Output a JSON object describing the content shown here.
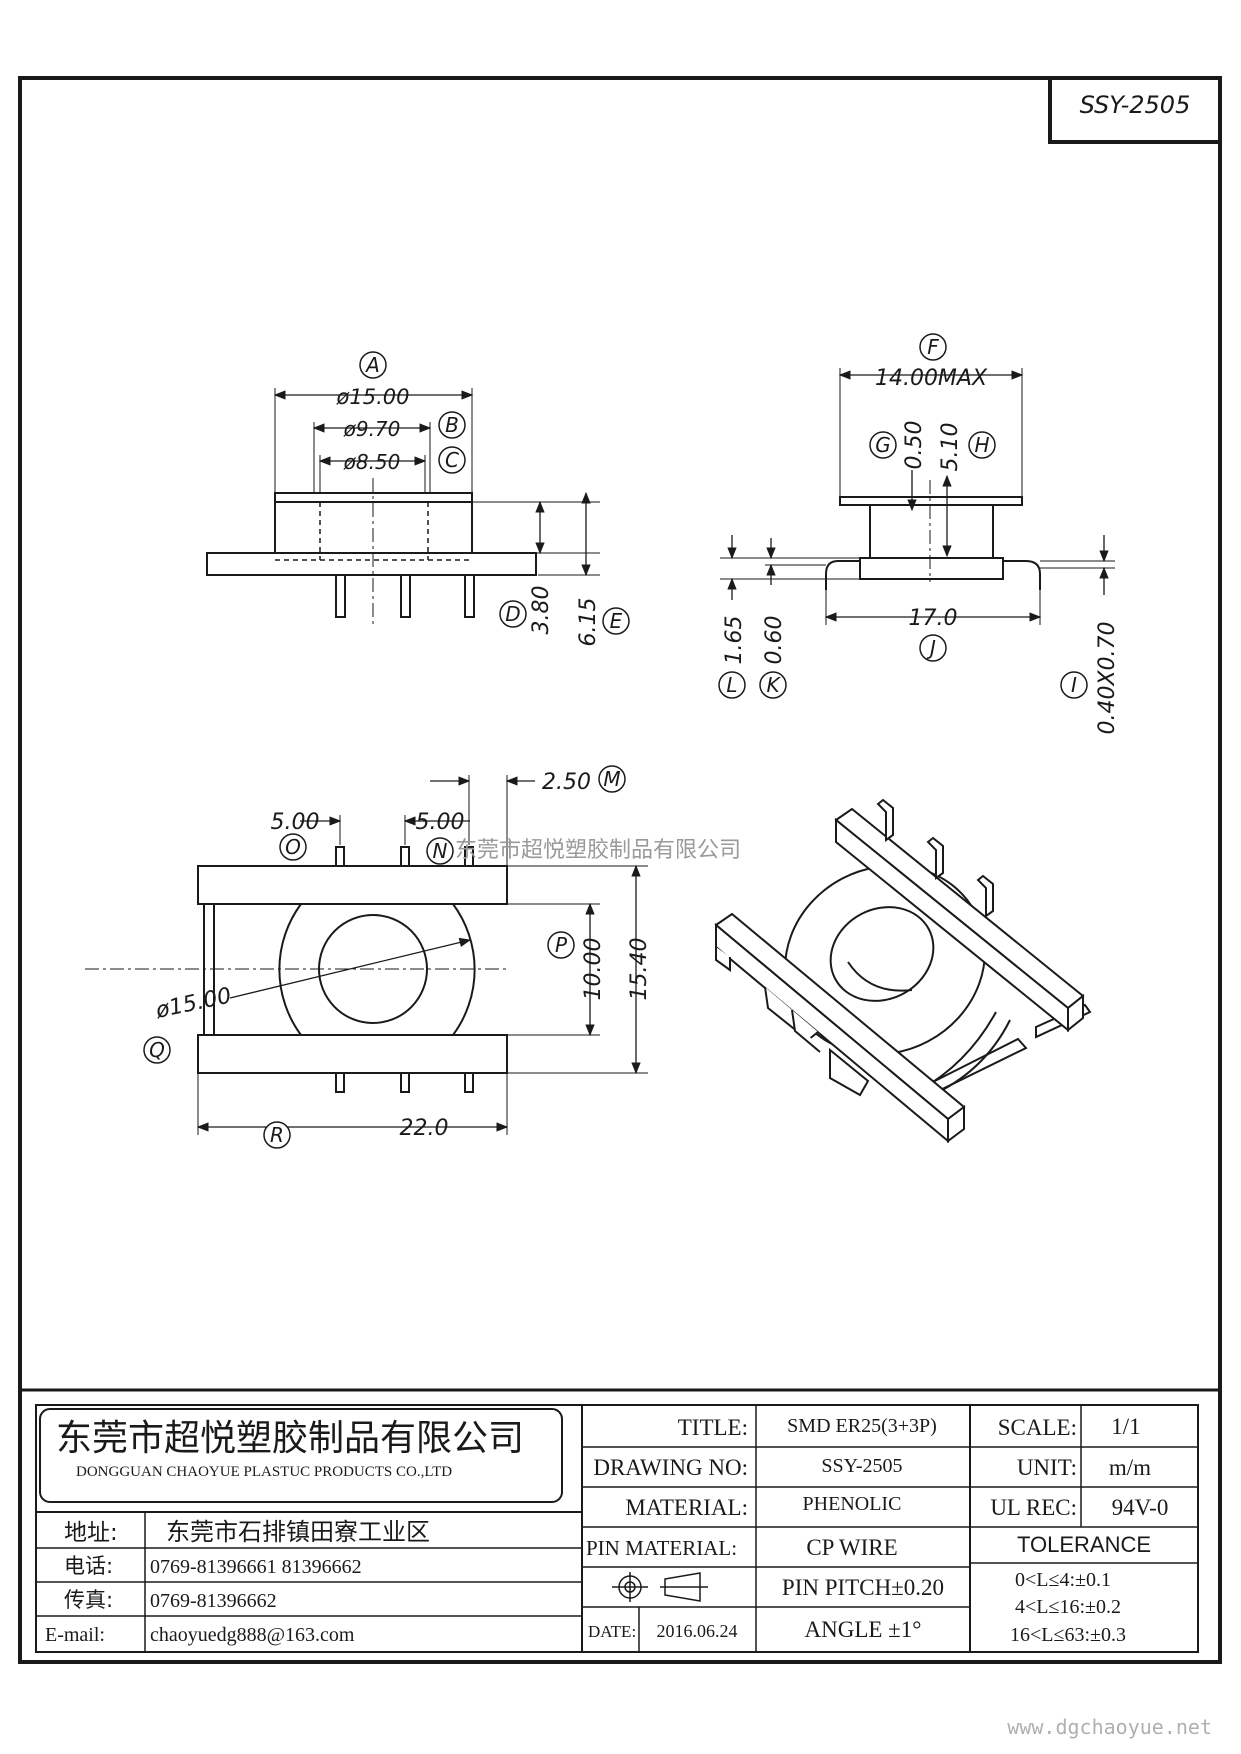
{
  "drawing_code": "SSY-2505",
  "watermark": "东莞市超悦塑胶制品有限公司",
  "website": "www.dgchaoyue.net",
  "dimensions": {
    "a": "ø15.00",
    "b": "ø9.70",
    "c": "ø8.50",
    "d": "3.80",
    "e": "6.15",
    "f": "14.00MAX",
    "g": "0.50",
    "h": "5.10",
    "i": "0.40X0.70",
    "j": "17.0",
    "k": "0.60",
    "l": "1.65",
    "m": "2.50",
    "n": "5.00",
    "o": "5.00",
    "p": "10.00",
    "p2": "15.40",
    "q": "ø15.00",
    "r": "22.0"
  },
  "labels": {
    "a": "A",
    "b": "B",
    "c": "C",
    "d": "D",
    "e": "E",
    "f": "F",
    "g": "G",
    "h": "H",
    "i": "I",
    "j": "J",
    "k": "K",
    "l": "L",
    "m": "M",
    "n": "N",
    "o": "O",
    "p": "P",
    "q": "Q",
    "r": "R"
  },
  "title_block": {
    "company_cn": "东莞市超悦塑胶制品有限公司",
    "company_en": "DONGGUAN CHAOYUE PLASTUC PRODUCTS CO.,LTD",
    "address_label": "地址:",
    "address": "东莞市石排镇田寮工业区",
    "tel_label": "电话:",
    "tel": "0769-81396661  81396662",
    "fax_label": "传真:",
    "fax": "0769-81396662",
    "email_label": "E-mail:",
    "email": "chaoyuedg888@163.com",
    "title_label": "TITLE:",
    "title": "SMD ER25(3+3P)",
    "drawing_no_label": "DRAWING NO:",
    "drawing_no": "SSY-2505",
    "material_label": "MATERIAL:",
    "material": "PHENOLIC",
    "pin_material_label": "PIN MATERIAL:",
    "pin_material": "CP WIRE",
    "pin_pitch": "PIN PITCH±0.20",
    "date_label": "DATE:",
    "date": "2016.06.24",
    "angle": "ANGLE  ±1°",
    "scale_label": "SCALE:",
    "scale": "1/1",
    "unit_label": "UNIT:",
    "unit": "m/m",
    "ul_rec_label": "UL REC:",
    "ul_rec": "94V-0",
    "tolerance_label": "TOLERANCE",
    "tolerance": [
      "0<L≤4:±0.1",
      "4<L≤16:±0.2",
      "16<L≤63:±0.3"
    ]
  }
}
